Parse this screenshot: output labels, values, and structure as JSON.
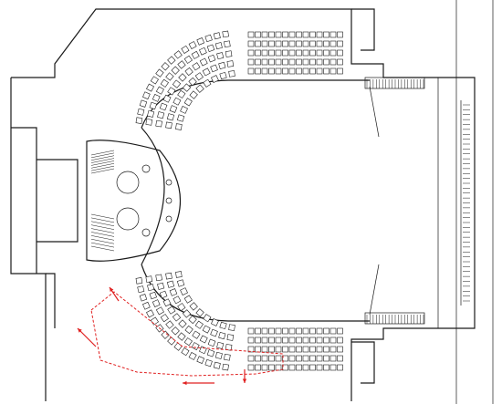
{
  "colors": {
    "line": "#1a1a1a",
    "background": "#ffffff",
    "evacuation_route": "#e02020"
  },
  "plan": {
    "seating_blocks": {
      "top_rows": 5,
      "top_seats_per_row": 14,
      "bottom_rows": 5,
      "bottom_seats_per_row": 14,
      "upper_left_curved_rows": 5,
      "lower_left_curved_rows": 5
    },
    "evacuation_arrows": 4
  }
}
